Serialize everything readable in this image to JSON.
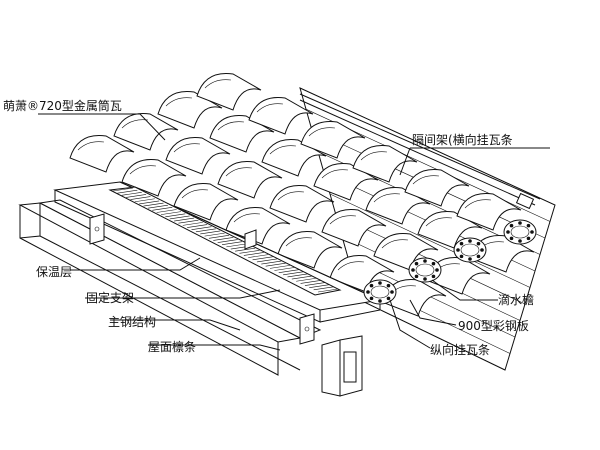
{
  "labels": {
    "tile": "萌萧®720型金属筒瓦",
    "spacer": "隔间架(横向挂瓦条",
    "insulation": "保温层",
    "bracket": "固定支架",
    "main_steel": "主钢结构",
    "purlin": "屋面檩条",
    "gutter": "滴水檐",
    "steel_panel": "900型彩钢板",
    "batten": "纵向挂瓦条"
  }
}
